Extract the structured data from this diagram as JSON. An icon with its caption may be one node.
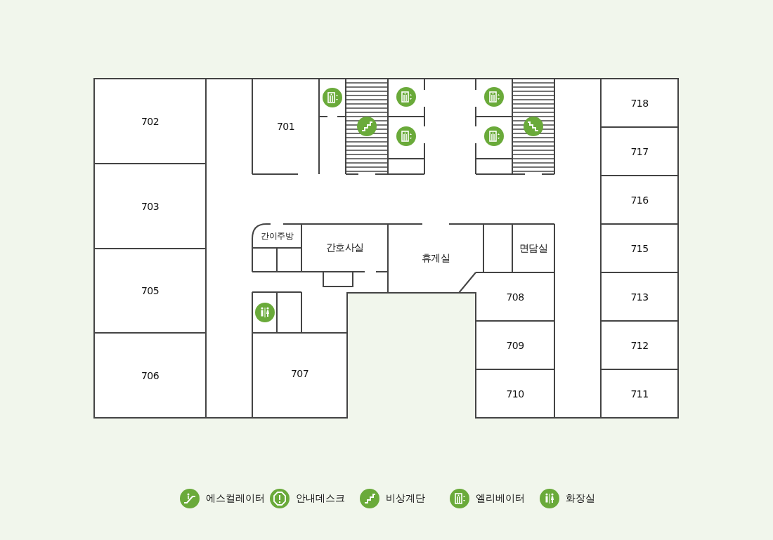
{
  "diagram": {
    "nodes": [
      {
        "text": [
          "702"
        ]
      },
      {
        "text": [
          "703"
        ]
      },
      {
        "text": [
          "705"
        ]
      },
      {
        "text": [
          "706"
        ]
      },
      {
        "text": [
          "701"
        ]
      },
      {
        "text": [
          "간이주방"
        ]
      },
      {
        "text": [
          "간호사실"
        ]
      },
      {
        "text": [
          "휴게실"
        ]
      },
      {
        "text": [
          "면담실"
        ]
      },
      {
        "text": [
          "718"
        ]
      },
      {
        "text": [
          "717"
        ]
      },
      {
        "text": [
          "716"
        ]
      },
      {
        "text": [
          "715"
        ]
      },
      {
        "text": [
          "713"
        ]
      },
      {
        "text": [
          "712"
        ]
      },
      {
        "text": [
          "711"
        ]
      },
      {
        "text": [
          "708"
        ]
      },
      {
        "text": [
          "709"
        ]
      },
      {
        "text": [
          "710"
        ]
      },
      {
        "text": [
          "707"
        ]
      }
    ],
    "edges": [],
    "legend": [
      {
        "text": "에스컬레이터"
      },
      {
        "text": "안내데스크"
      },
      {
        "text": "비상계단"
      },
      {
        "text": "엘리베이터"
      },
      {
        "text": "화장실"
      }
    ]
  }
}
